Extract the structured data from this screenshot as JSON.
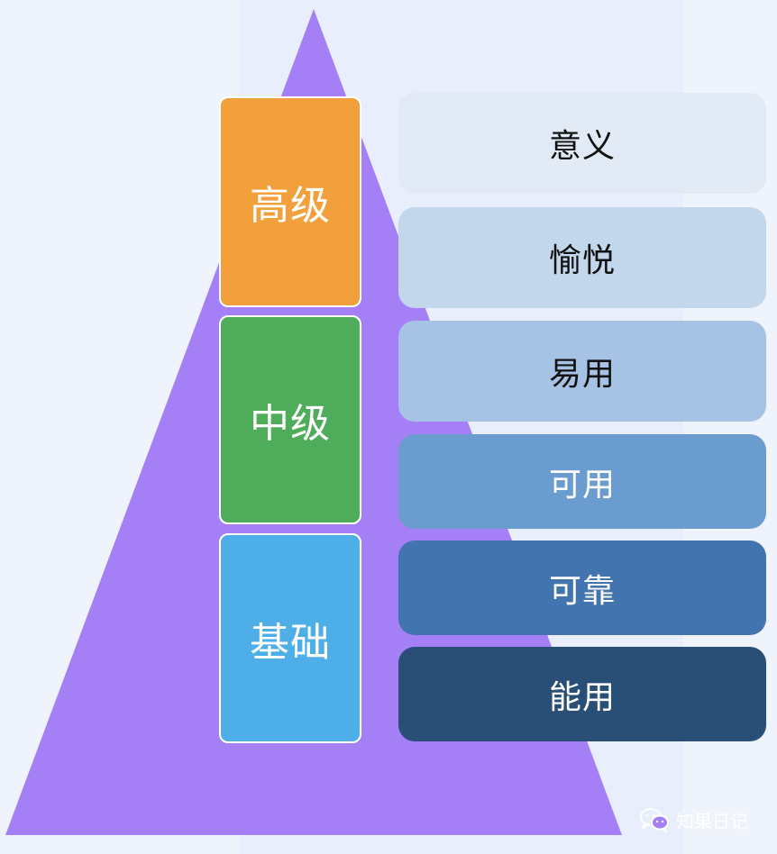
{
  "colors": {
    "background": "#eff3fb",
    "panel": "#e8eefb",
    "pyramid": "#a57ff6",
    "level_high": "#f2a03b",
    "level_mid": "#4fac5a",
    "level_base": "#4daee8"
  },
  "levels": [
    {
      "label": "高级",
      "color": "#f2a03b"
    },
    {
      "label": "中级",
      "color": "#4fac5a"
    },
    {
      "label": "基础",
      "color": "#4daee8"
    }
  ],
  "tiers": [
    {
      "label": "意义",
      "bg": "#e1eaf5",
      "text": "#111111"
    },
    {
      "label": "愉悦",
      "bg": "#c3d7ec",
      "text": "#111111"
    },
    {
      "label": "易用",
      "bg": "#a6c3e6",
      "text": "#111111"
    },
    {
      "label": "可用",
      "bg": "#6a9ccf",
      "text": "#ffffff"
    },
    {
      "label": "可靠",
      "bg": "#4274b0",
      "text": "#ffffff"
    },
    {
      "label": "能用",
      "bg": "#2a4f77",
      "text": "#ffffff"
    }
  ],
  "watermark": {
    "icon": "wechat-icon",
    "text": "知果日记"
  }
}
